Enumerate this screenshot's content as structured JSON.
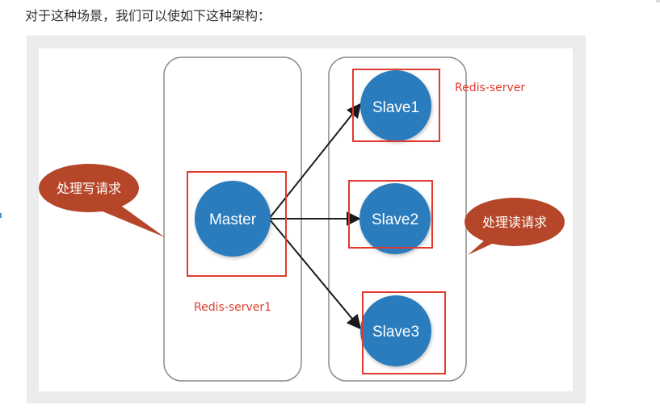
{
  "intro_text": "对于这种场景，我们可以使如下这种架构：",
  "nodes": {
    "master": "Master",
    "slave1": "Slave1",
    "slave2": "Slave2",
    "slave3": "Slave3"
  },
  "callouts": {
    "write": "处理写请求",
    "read": "处理读请求"
  },
  "server_labels": {
    "server1": "Redis-server1",
    "server": "Redis-server"
  },
  "colors": {
    "node_fill": "#2b7bbd",
    "callout_fill": "#b5462a",
    "highlight_box": "#e23a2e",
    "annotation_text": "#e23a2e",
    "container_stroke": "#8c8c8c",
    "frame_bg": "#ececec"
  }
}
